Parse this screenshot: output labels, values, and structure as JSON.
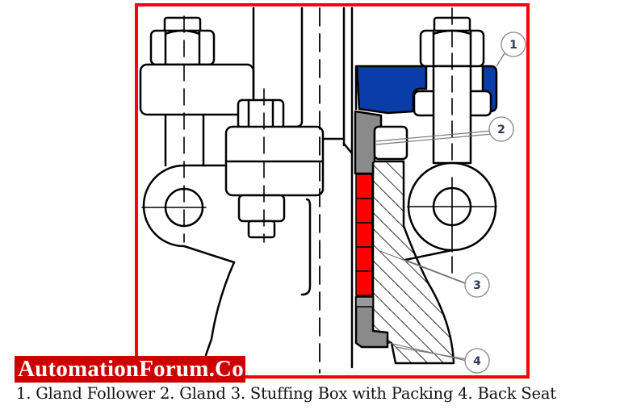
{
  "diagram": {
    "title_partial": "",
    "frame_color": "#ff0000",
    "colors": {
      "gland_follower": "#0a3da8",
      "gland": "#8a8a8a",
      "packing": "#ff0000",
      "back_seat": "#8a8a8a",
      "outline": "#000000",
      "callout_number": "#2b3a55"
    },
    "callouts": [
      {
        "number": "1",
        "part": "Gland Follower"
      },
      {
        "number": "2",
        "part": "Gland"
      },
      {
        "number": "3",
        "part": "Stuffing Box with Packing"
      },
      {
        "number": "4",
        "part": "Back Seat"
      }
    ],
    "packing_rings": 5
  },
  "watermark": {
    "text": "AutomationForum.Co",
    "background": "#cc0000",
    "color": "#ffffff"
  },
  "caption": {
    "text": "1. Gland Follower 2. Gland 3. Stuffing Box with Packing 4. Back Seat"
  }
}
